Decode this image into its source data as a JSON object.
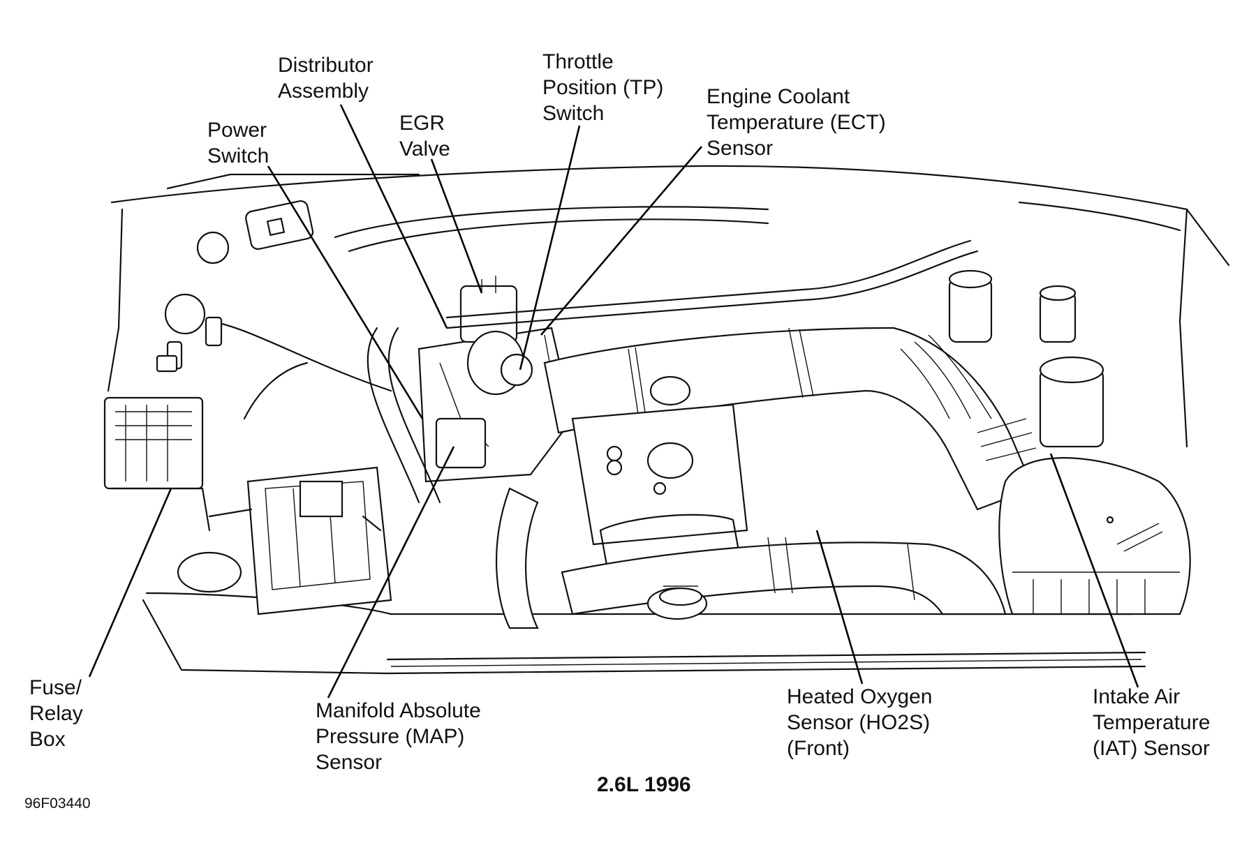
{
  "diagram": {
    "caption": "2.6L 1996",
    "figure_code": "96F03440",
    "labels": {
      "distributor": [
        "Distributor",
        "Assembly"
      ],
      "power_switch": [
        "Power",
        "Switch"
      ],
      "egr": [
        "EGR",
        "Valve"
      ],
      "tps": [
        "Throttle",
        "Position (TP)",
        "Switch"
      ],
      "ect": [
        "Engine Coolant",
        "Temperature (ECT)",
        "Sensor"
      ],
      "fuse_box": [
        "Fuse/",
        "Relay",
        "Box"
      ],
      "map": [
        "Manifold Absolute",
        "Pressure (MAP)",
        "Sensor"
      ],
      "ho2s": [
        "Heated Oxygen",
        "Sensor (HO2S)",
        "(Front)"
      ],
      "iat": [
        "Intake Air",
        "Temperature",
        "(IAT) Sensor"
      ]
    }
  }
}
